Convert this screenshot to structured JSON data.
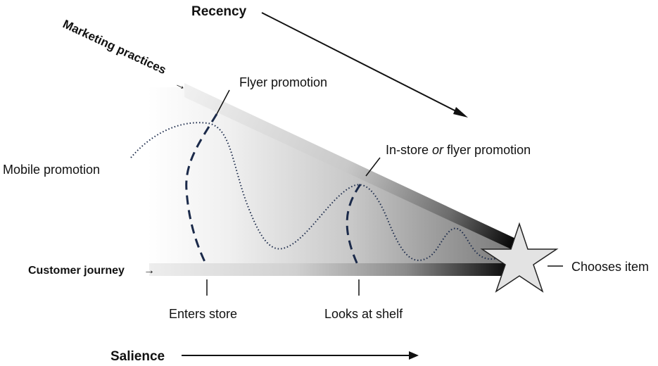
{
  "labels": {
    "recency": "Recency",
    "marketing_practices": "Marketing practices",
    "flyer_promotion": "Flyer promotion",
    "instore_prefix": "In-store ",
    "instore_or": "or",
    "instore_suffix": " flyer promotion",
    "mobile_promotion": "Mobile promotion",
    "customer_journey": "Customer journey",
    "chooses_item": "Chooses item",
    "enters_store": "Enters store",
    "looks_at_shelf": "Looks at shelf",
    "salience": "Salience"
  },
  "arrow_glyph": "→",
  "colors": {
    "dashed_line": "#1b2a4a",
    "dotted_line": "#1b2a4a",
    "star_fill": "#e3e3e3",
    "gradient_start": "#f4f4f4",
    "gradient_end": "#000000"
  }
}
